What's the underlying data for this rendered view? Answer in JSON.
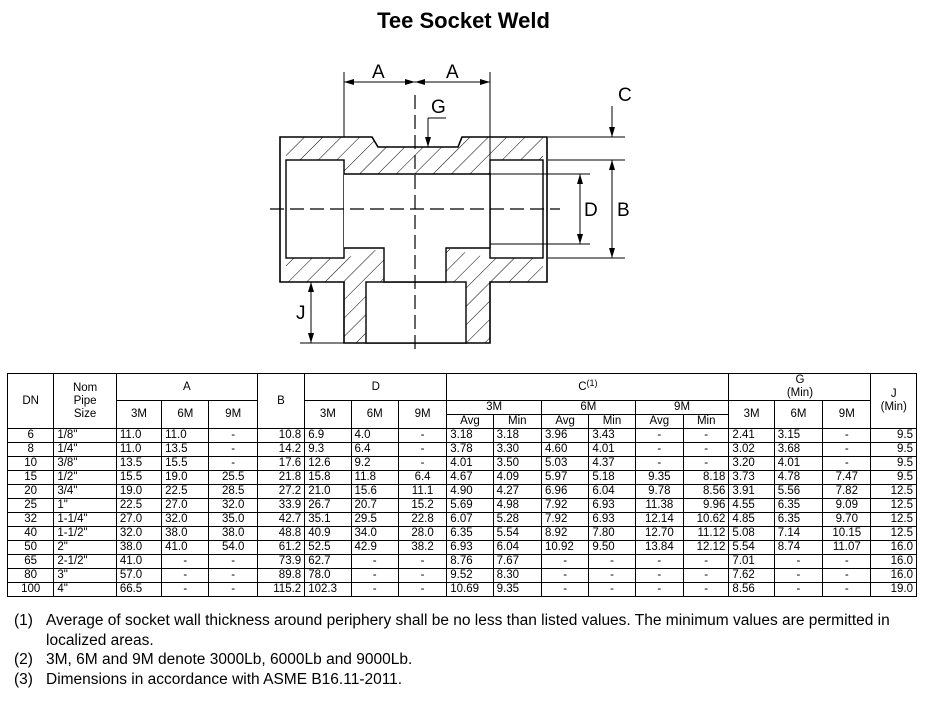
{
  "title": "Tee Socket Weld",
  "drawing": {
    "labels": {
      "A1": "A",
      "A2": "A",
      "G": "G",
      "C": "C",
      "D": "D",
      "B": "B",
      "J": "J"
    }
  },
  "table": {
    "headers": {
      "dn": "DN",
      "nom_l1": "Nom",
      "nom_l2": "Pipe",
      "nom_l3": "Size",
      "a": "A",
      "b": "B",
      "d": "D",
      "c": "C",
      "c_note": "(1)",
      "g": "G",
      "g_min": "(Min)",
      "j": "J",
      "j_min": "(Min)",
      "cls3": "3M",
      "cls6": "6M",
      "cls9": "9M",
      "avg": "Avg",
      "min": "Min"
    },
    "rows": [
      [
        "6",
        "1/8\"",
        "11.0",
        "11.0",
        "-",
        "10.8",
        "6.9",
        "4.0",
        "-",
        "3.18",
        "3.18",
        "3.96",
        "3.43",
        "-",
        "-",
        "2.41",
        "3.15",
        "-",
        "9.5"
      ],
      [
        "8",
        "1/4\"",
        "11.0",
        "13.5",
        "-",
        "14.2",
        "9.3",
        "6.4",
        "-",
        "3.78",
        "3.30",
        "4.60",
        "4.01",
        "-",
        "-",
        "3.02",
        "3.68",
        "-",
        "9.5"
      ],
      [
        "10",
        "3/8\"",
        "13.5",
        "15.5",
        "-",
        "17.6",
        "12.6",
        "9.2",
        "-",
        "4.01",
        "3.50",
        "5.03",
        "4.37",
        "-",
        "-",
        "3.20",
        "4.01",
        "-",
        "9.5"
      ],
      [
        "15",
        "1/2\"",
        "15.5",
        "19.0",
        "25.5",
        "21.8",
        "15.8",
        "11.8",
        "6.4",
        "4.67",
        "4.09",
        "5.97",
        "5.18",
        "9.35",
        "8.18",
        "3.73",
        "4.78",
        "7.47",
        "9.5"
      ],
      [
        "20",
        "3/4\"",
        "19.0",
        "22.5",
        "28.5",
        "27.2",
        "21.0",
        "15.6",
        "11.1",
        "4.90",
        "4.27",
        "6.96",
        "6.04",
        "9.78",
        "8.56",
        "3.91",
        "5.56",
        "7.82",
        "12.5"
      ],
      [
        "25",
        "1\"",
        "22.5",
        "27.0",
        "32.0",
        "33.9",
        "26.7",
        "20.7",
        "15.2",
        "5.69",
        "4.98",
        "7.92",
        "6.93",
        "11.38",
        "9.96",
        "4.55",
        "6.35",
        "9.09",
        "12.5"
      ],
      [
        "32",
        "1-1/4\"",
        "27.0",
        "32.0",
        "35.0",
        "42.7",
        "35.1",
        "29.5",
        "22.8",
        "6.07",
        "5.28",
        "7.92",
        "6.93",
        "12.14",
        "10.62",
        "4.85",
        "6.35",
        "9.70",
        "12.5"
      ],
      [
        "40",
        "1-1/2\"",
        "32.0",
        "38.0",
        "38.0",
        "48.8",
        "40.9",
        "34.0",
        "28.0",
        "6.35",
        "5.54",
        "8.92",
        "7.80",
        "12.70",
        "11.12",
        "5.08",
        "7.14",
        "10.15",
        "12.5"
      ],
      [
        "50",
        "2\"",
        "38.0",
        "41.0",
        "54.0",
        "61.2",
        "52.5",
        "42.9",
        "38.2",
        "6.93",
        "6.04",
        "10.92",
        "9.50",
        "13.84",
        "12.12",
        "5.54",
        "8.74",
        "11.07",
        "16.0"
      ],
      [
        "65",
        "2-1/2\"",
        "41.0",
        "-",
        "-",
        "73.9",
        "62.7",
        "-",
        "-",
        "8.76",
        "7.67",
        "-",
        "-",
        "-",
        "-",
        "7.01",
        "-",
        "-",
        "16.0"
      ],
      [
        "80",
        "3\"",
        "57.0",
        "-",
        "-",
        "89.8",
        "78.0",
        "-",
        "-",
        "9.52",
        "8.30",
        "-",
        "-",
        "-",
        "-",
        "7.62",
        "-",
        "-",
        "16.0"
      ],
      [
        "100",
        "4\"",
        "66.5",
        "-",
        "-",
        "115.2",
        "102.3",
        "-",
        "-",
        "10.69",
        "9.35",
        "-",
        "-",
        "-",
        "-",
        "8.56",
        "-",
        "-",
        "19.0"
      ]
    ]
  },
  "notes": [
    {
      "num": "(1)",
      "text": "Average of socket wall thickness around periphery shall be no less than listed values.   The minimum values are permitted in localized areas."
    },
    {
      "num": "(2)",
      "text": "3M, 6M and 9M denote 3000Lb, 6000Lb and 9000Lb."
    },
    {
      "num": "(3)",
      "text": "Dimensions in accordance with ASME B16.11-2011."
    }
  ]
}
